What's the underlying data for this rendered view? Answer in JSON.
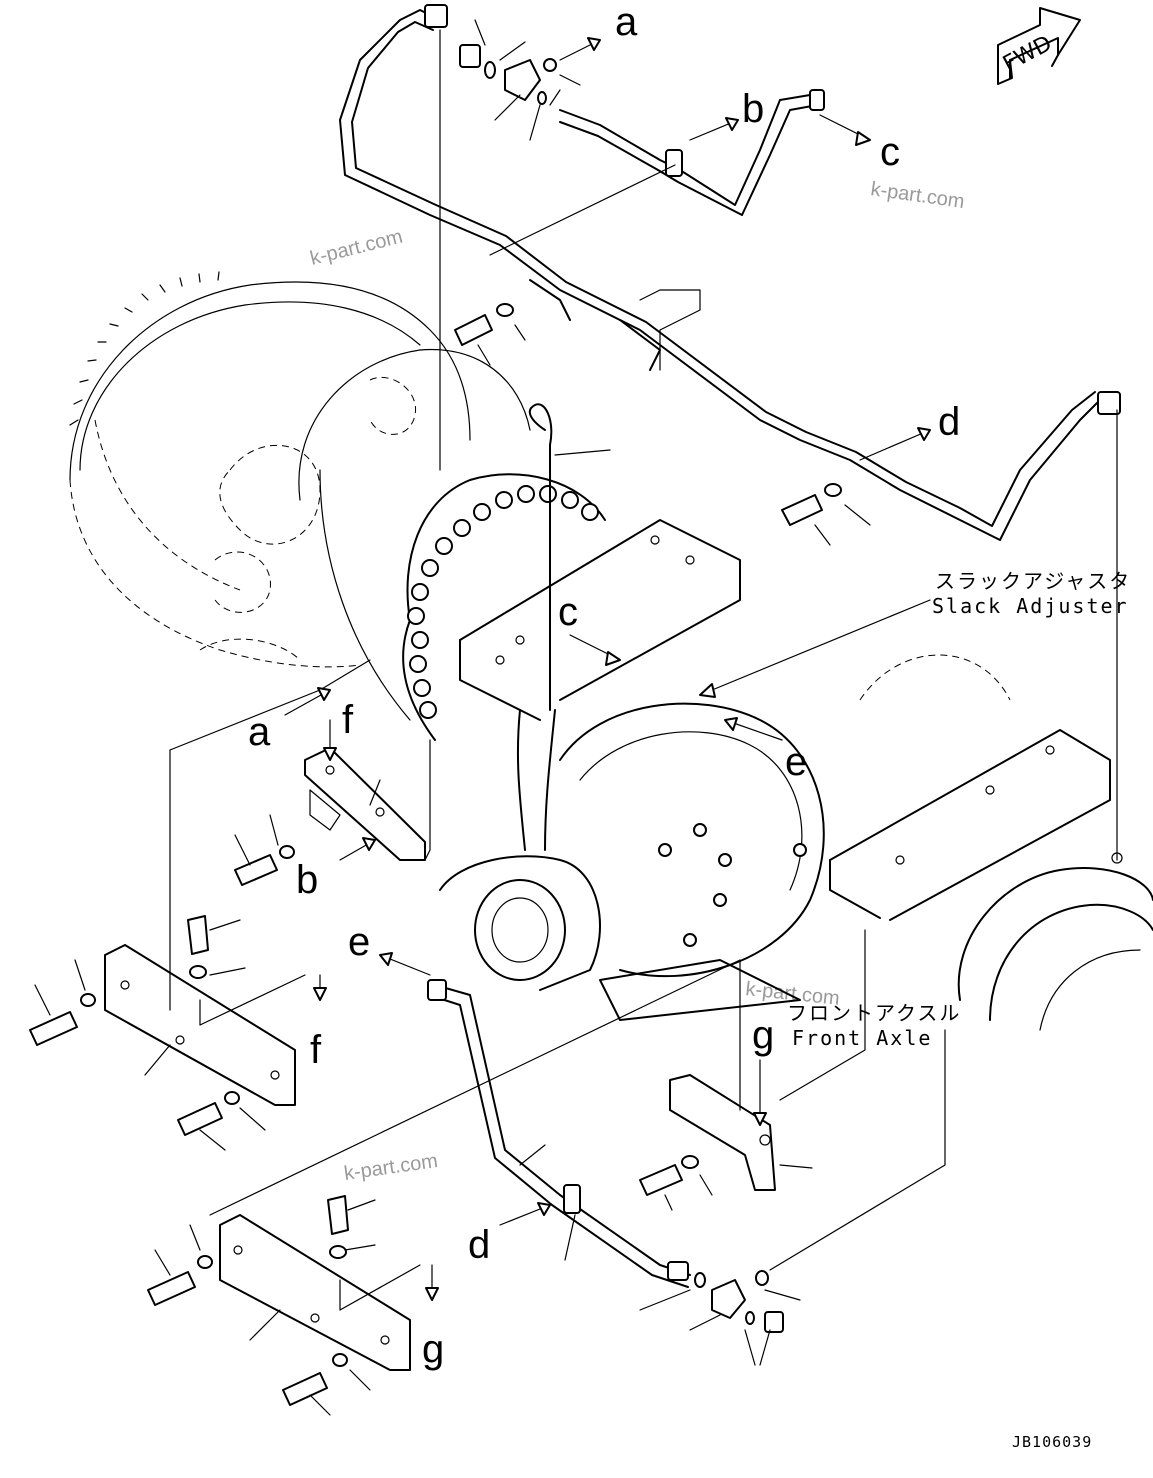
{
  "diagram": {
    "fwd_label": "FWD",
    "slack_adjuster_jp": "スラックアジャスタ",
    "slack_adjuster_en": "Slack Adjuster",
    "front_axle_jp": "フロントアクスル",
    "front_axle_en": "Front Axle",
    "drawing_code": "JB106039",
    "watermark": "k-part.com",
    "callouts": {
      "a": "a",
      "b": "b",
      "c": "c",
      "d": "d",
      "e": "e",
      "f": "f",
      "g": "g"
    }
  }
}
